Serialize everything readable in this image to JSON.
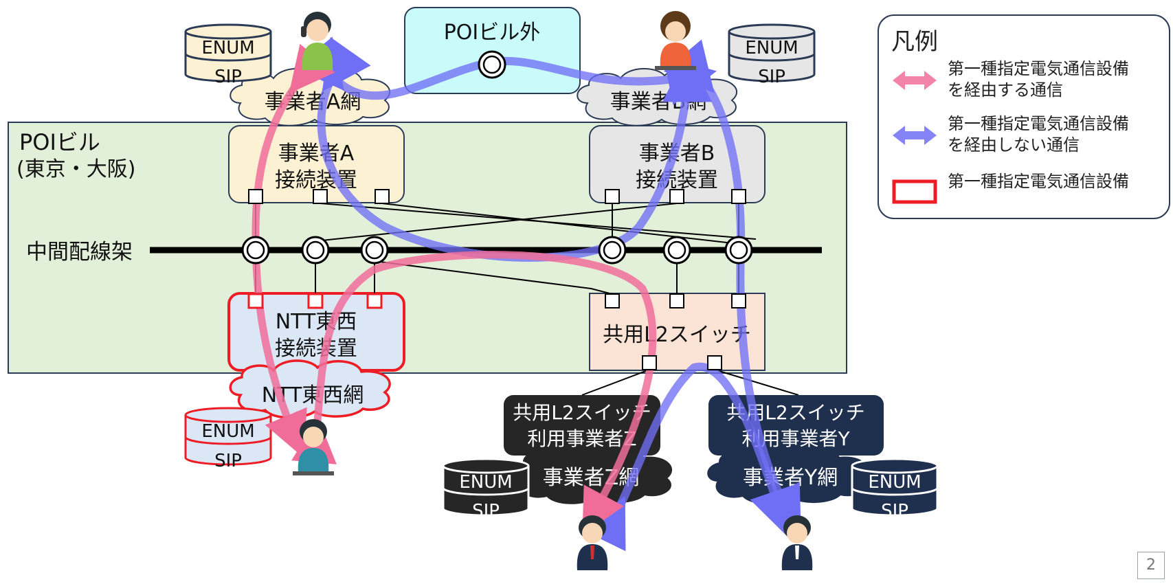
{
  "labels": {
    "poi_outside": "POIビル外",
    "poi_building_line1": "POIビル",
    "poi_building_line2": "(東京・大阪)",
    "carrier_a_net": "事業者A網",
    "carrier_b_net": "事業者B網",
    "carrier_a_device_line1": "事業者A",
    "carrier_a_device_line2": "接続装置",
    "carrier_b_device_line1": "事業者B",
    "carrier_b_device_line2": "接続装置",
    "mdf": "中間配線架",
    "ntt_device_line1": "NTT東西",
    "ntt_device_line2": "接続装置",
    "shared_l2": "共用L2スイッチ",
    "ntt_net": "NTT東西網",
    "user_z_line1": "共用L2スイッチ",
    "user_z_line2": "利用事業者Z",
    "user_y_line1": "共用L2スイッチ",
    "user_y_line2": "利用事業者Y",
    "carrier_z_net": "事業者Z網",
    "carrier_y_net": "事業者Y網",
    "enum": "ENUM",
    "sip": "SIP"
  },
  "legend": {
    "title": "凡例",
    "items": [
      {
        "text": "第一種指定電気通信設備\nを経由する通信",
        "kind": "pink-arrow"
      },
      {
        "text": "第一種指定電気通信設備\nを経由しない通信",
        "kind": "blue-arrow"
      },
      {
        "text": "第一種指定電気通信設備",
        "kind": "red-box"
      }
    ]
  },
  "page_number": "2",
  "colors": {
    "pink": "#f06d9a",
    "blue": "#6f6ff5",
    "red": "#ee1c25",
    "navy": "#1f2f4e",
    "dark": "#262626",
    "building_fill": "#e2efd9",
    "poi_outside_fill": "#c9fbfb",
    "carrier_a_fill": "#fdf1d4",
    "carrier_b_fill": "#e6e6e6",
    "ntt_fill": "#dbe7f5",
    "l2_fill": "#fbe3d6"
  },
  "icons": [
    "database-icon",
    "person-phone-icon",
    "cloud-icon",
    "connector-ring-icon",
    "port-square-icon"
  ]
}
